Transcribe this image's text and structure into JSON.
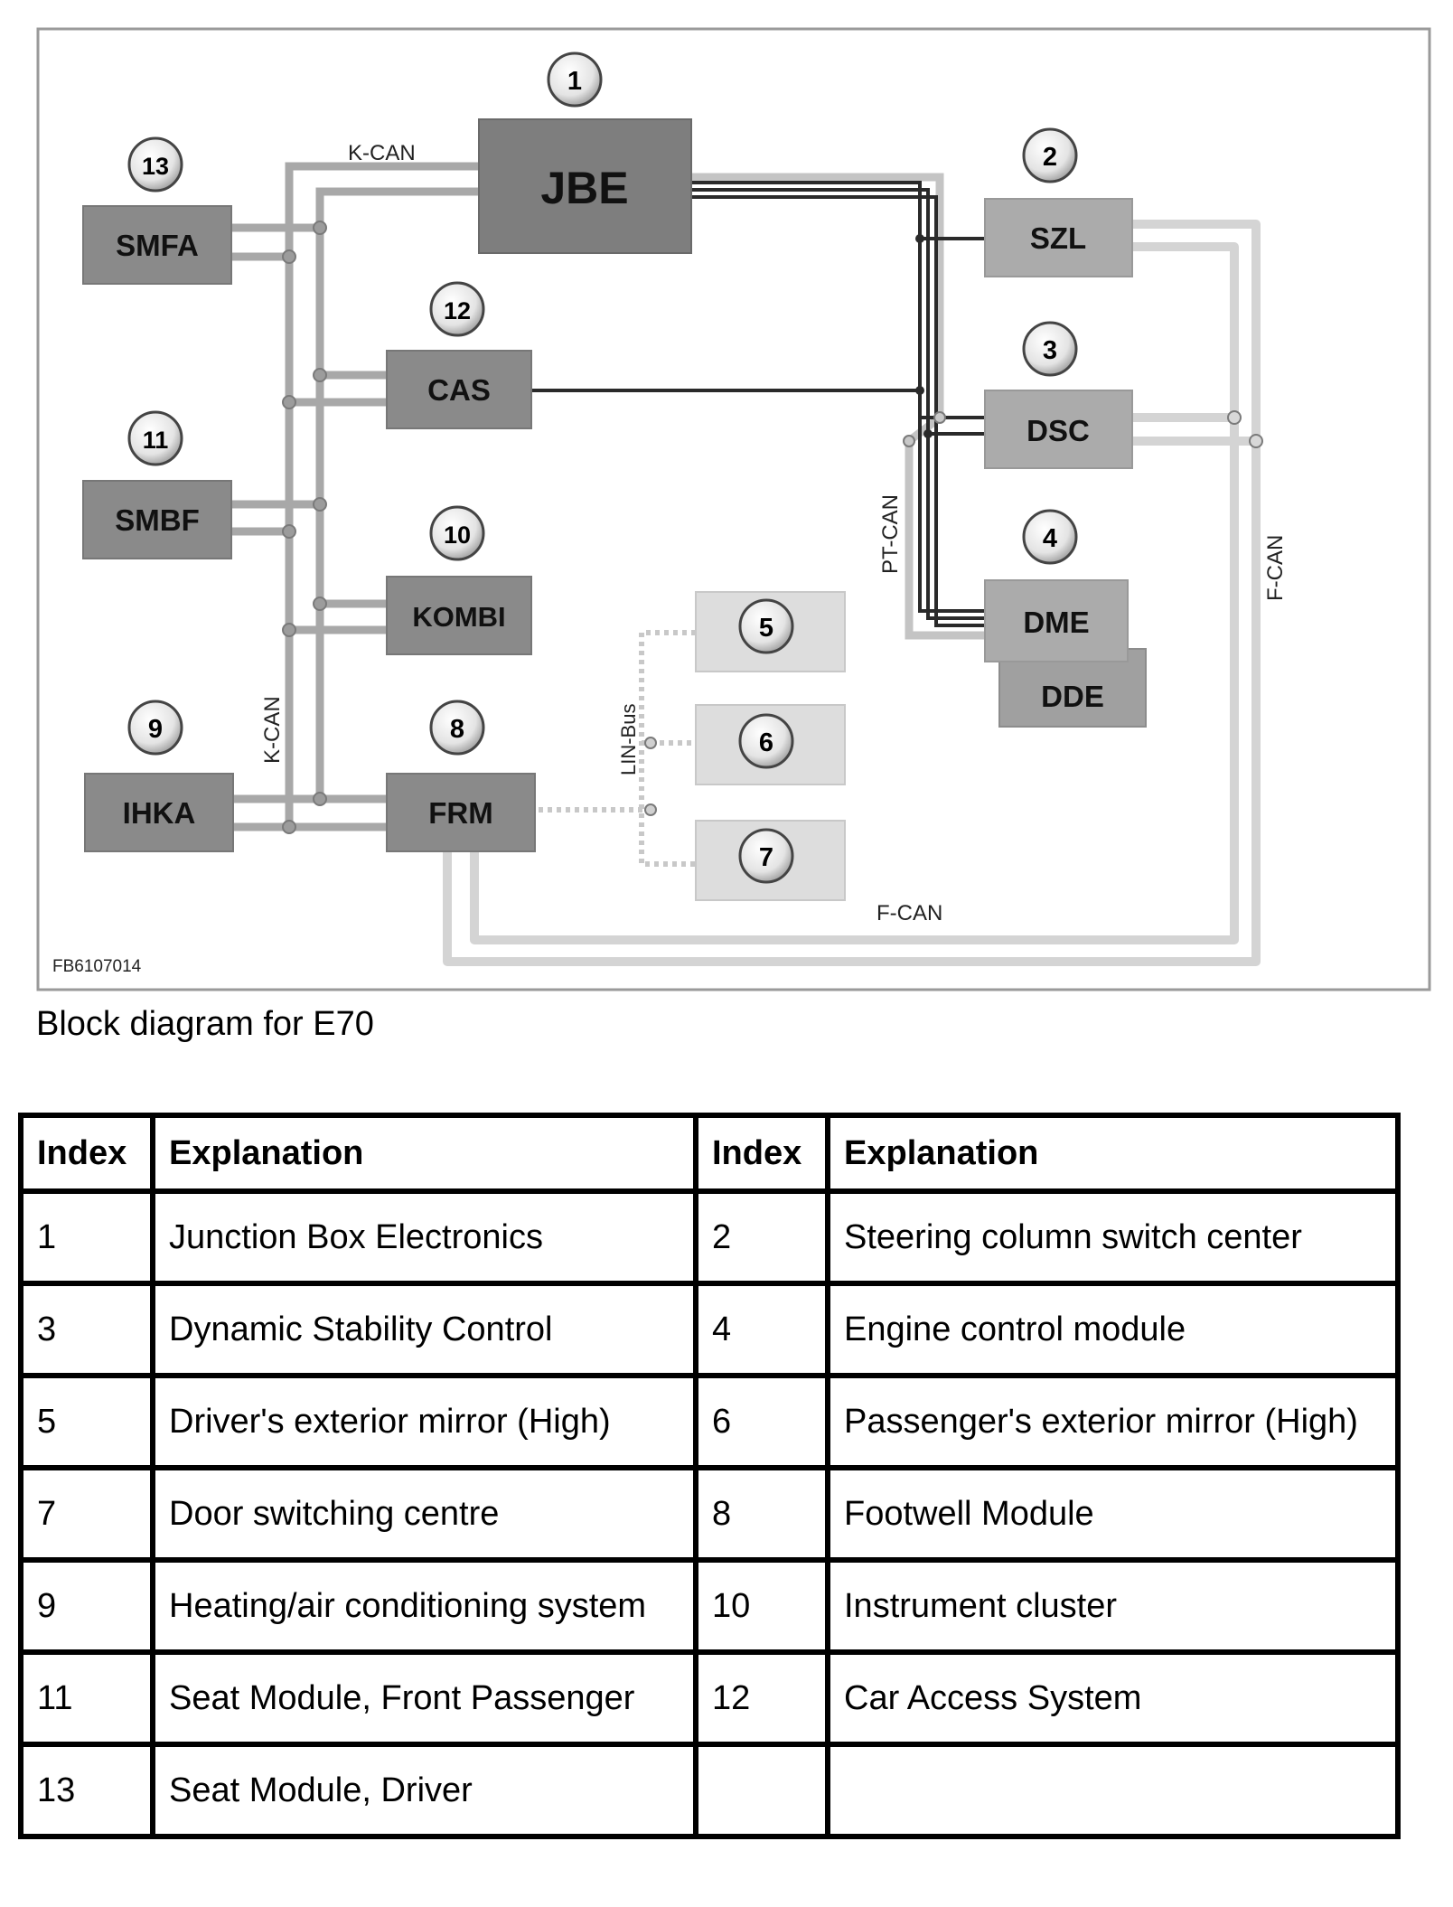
{
  "diagram": {
    "code": "FB6107014",
    "bus_labels": {
      "kcan_top": "K-CAN",
      "kcan_side": "K-CAN",
      "ptcan": "PT-CAN",
      "fcan_side": "F-CAN",
      "fcan_bottom": "F-CAN",
      "linbus": "LIN-Bus"
    },
    "modules": {
      "jbe": "JBE",
      "szl": "SZL",
      "dsc": "DSC",
      "dme": "DME",
      "dde": "DDE",
      "smfa": "SMFA",
      "cas": "CAS",
      "smbf": "SMBF",
      "kombi": "KOMBI",
      "ihka": "IHKA",
      "frm": "FRM"
    },
    "callouts": {
      "jbe": "1",
      "szl": "2",
      "dsc": "3",
      "dme": "4",
      "mirror_driver": "5",
      "mirror_passenger": "6",
      "door_switch": "7",
      "frm": "8",
      "ihka": "9",
      "kombi": "10",
      "smbf": "11",
      "cas": "12",
      "smfa": "13"
    }
  },
  "caption": "Block diagram for E70",
  "legend": {
    "headers": [
      "Index",
      "Explanation",
      "Index",
      "Explanation"
    ],
    "rows": [
      [
        "1",
        "Junction Box Electronics",
        "2",
        "Steering column switch center"
      ],
      [
        "3",
        "Dynamic Stability Control",
        "4",
        "Engine control module"
      ],
      [
        "5",
        "Driver's exterior mirror (High)",
        "6",
        "Passenger's exterior mirror (High)"
      ],
      [
        "7",
        "Door switching centre",
        "8",
        "Footwell Module"
      ],
      [
        "9",
        "Heating/air conditioning system",
        "10",
        "Instrument cluster"
      ],
      [
        "11",
        "Seat Module, Front Passenger",
        "12",
        "Car Access System"
      ],
      [
        "13",
        "Seat Module, Driver",
        "",
        ""
      ]
    ]
  }
}
